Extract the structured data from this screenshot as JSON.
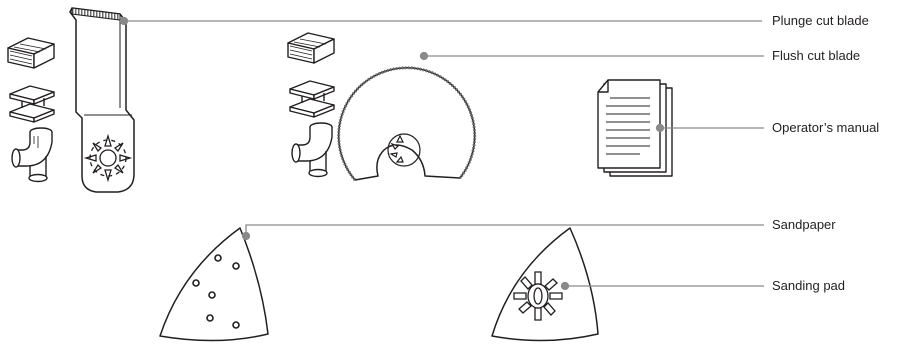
{
  "labels": {
    "plunge_cut_blade": "Plunge cut blade",
    "flush_cut_blade": "Flush cut blade",
    "operators_manual": "Operator’s manual",
    "sandpaper": "Sandpaper",
    "sanding_pad": "Sanding pad"
  },
  "colors": {
    "line": "#231f20",
    "leader": "#8a8a8a",
    "blade_teeth": "#6d6e71"
  }
}
